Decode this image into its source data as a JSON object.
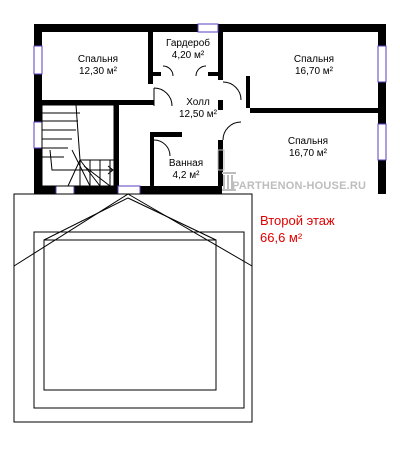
{
  "rooms": [
    {
      "name": "Спальня",
      "area": "12,30 м²"
    },
    {
      "name": "Гардероб",
      "area": "4,20 м²"
    },
    {
      "name": "Спальня",
      "area": "16,70 м²"
    },
    {
      "name": "Холл",
      "area": "12,50 м²"
    },
    {
      "name": "Спальня",
      "area": "16,70 м²"
    },
    {
      "name": "Ванная",
      "area": "4,2 м²"
    }
  ],
  "floor": {
    "title": "Второй этаж",
    "area": "66,6 м²"
  },
  "watermark": "PARTHENON-HOUSE.RU",
  "colors": {
    "wall": "#000000",
    "window": "#5b3fbf",
    "floor_label": "#e00000",
    "watermark": "#bdbdbd"
  }
}
